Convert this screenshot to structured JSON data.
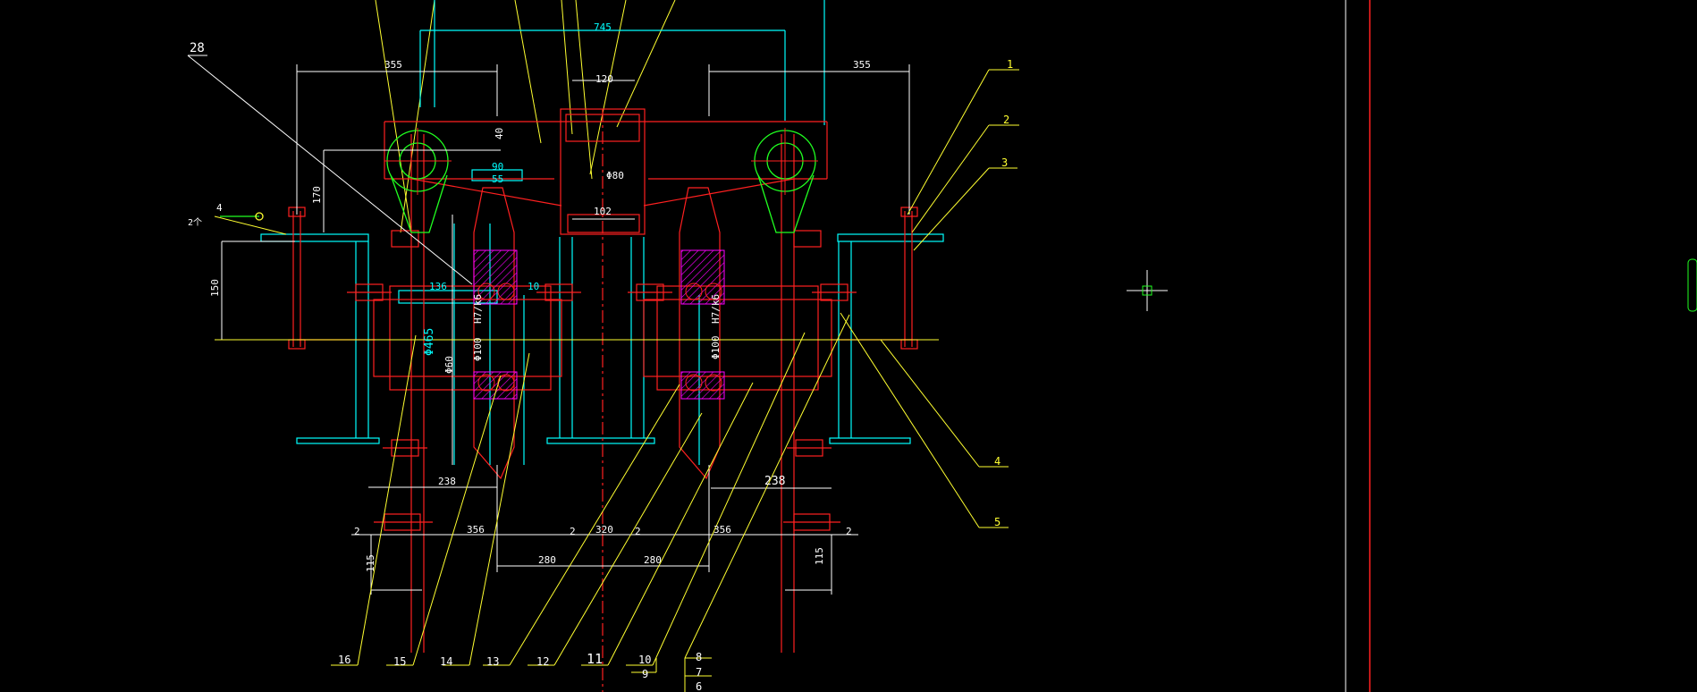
{
  "colors": {
    "background": "#000000",
    "red": "#ff2020",
    "yellow": "#ffff30",
    "cyan": "#00ffff",
    "white": "#ffffff",
    "green": "#20ff20",
    "magenta": "#ff00ff"
  },
  "dimensions": {
    "top_745": "745",
    "left_355": "355",
    "right_355": "355",
    "d120": "120",
    "d40": "40",
    "d170": "170",
    "d150": "150",
    "d90": "90",
    "d55": "55",
    "d80": "Φ80",
    "d102": "102",
    "d136": "136",
    "d10": "10",
    "d465": "Φ465",
    "d100_left": "Φ100",
    "d100_right": "Φ100",
    "d60": "Φ60",
    "d238_left": "238",
    "d238_right": "238",
    "d356_left": "356",
    "d356_right": "356",
    "d320": "320",
    "d280_left": "280",
    "d280_right": "280",
    "d115_left": "115",
    "d115_right": "115",
    "d2_a": "2",
    "d2_b": "2",
    "d2_c": "2",
    "d2_d": "2",
    "fit_left": "H7/k6",
    "fit_right": "H7/k6",
    "side_note_num": "4",
    "side_note_text": "2个"
  },
  "balloons": {
    "b1": "1",
    "b2": "2",
    "b3": "3",
    "b4": "4",
    "b5": "5",
    "b6": "6",
    "b7": "7",
    "b8": "8",
    "b9": "9",
    "b10": "10",
    "b11": "11",
    "b12": "12",
    "b13": "13",
    "b14": "14",
    "b15": "15",
    "b16": "16",
    "b28": "28"
  }
}
